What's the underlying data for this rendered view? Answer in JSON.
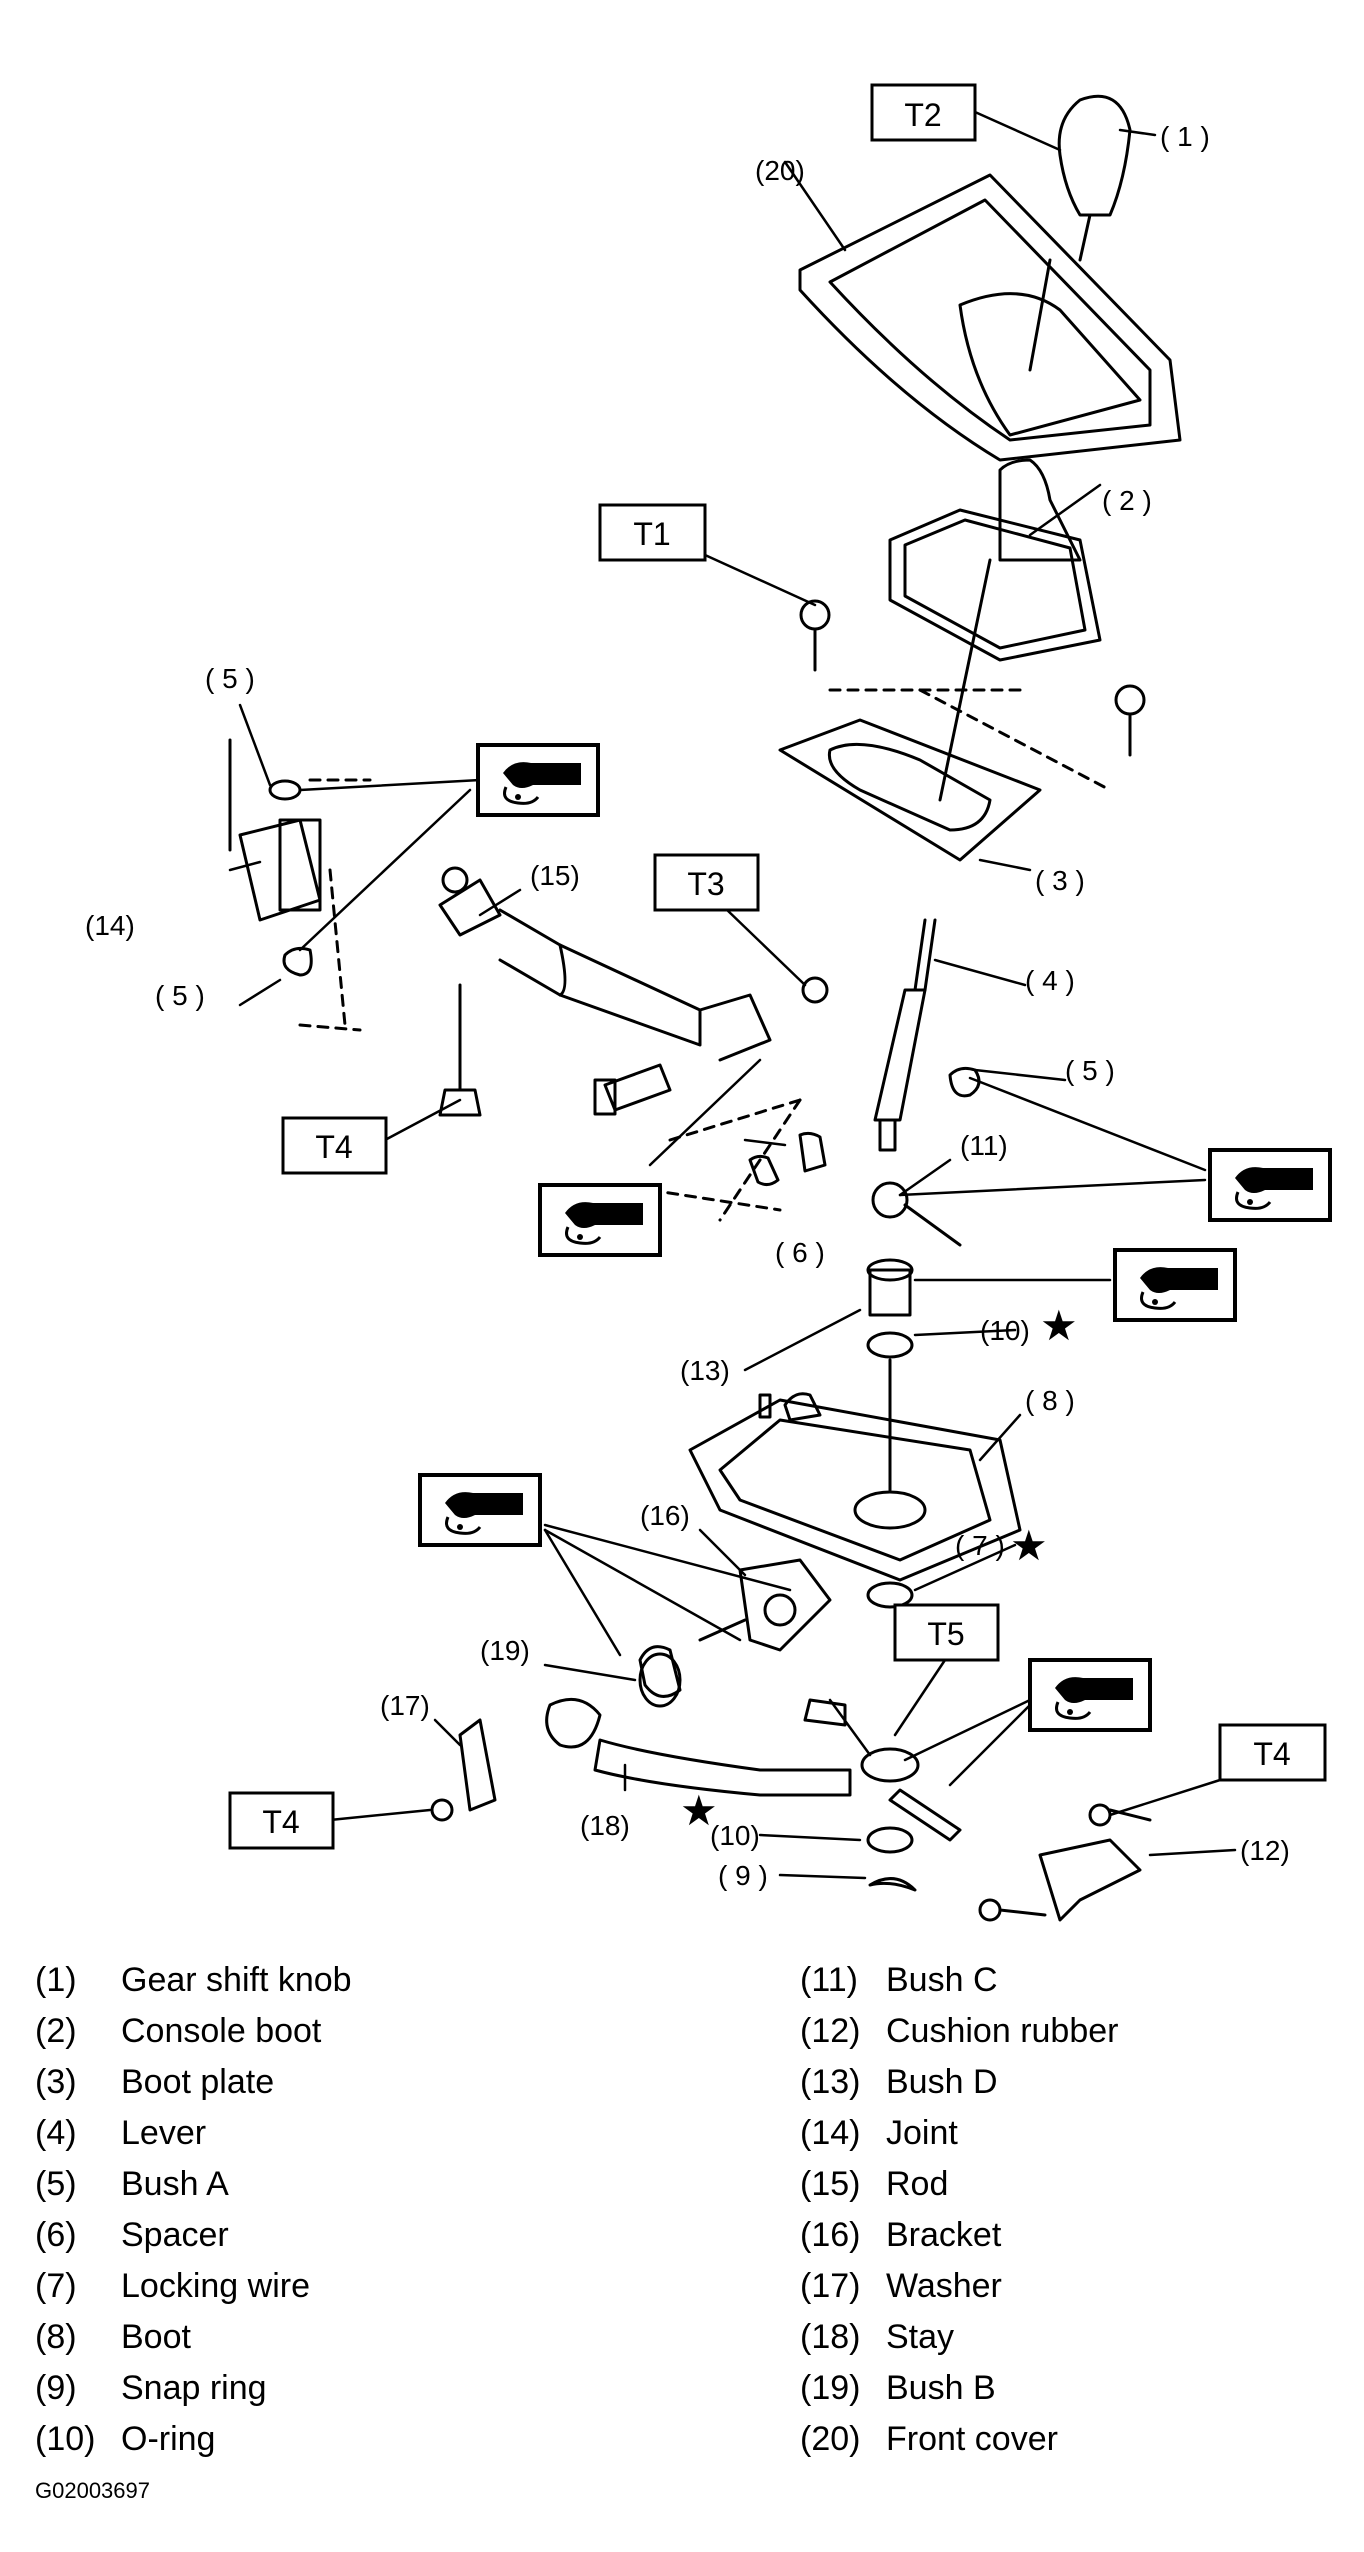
{
  "callouts": {
    "c1": "( 1 )",
    "c2": "( 2 )",
    "c3": "( 3 )",
    "c4": "( 4 )",
    "c5a": "( 5 )",
    "c5b": "( 5 )",
    "c5c": "( 5 )",
    "c6": "( 6 )",
    "c7": "( 7 )",
    "c8": "( 8 )",
    "c9": "( 9 )",
    "c10a": "(10)",
    "c10b": "(10)",
    "c11": "(11)",
    "c12": "(12)",
    "c13": "(13)",
    "c14": "(14)",
    "c15": "(15)",
    "c16": "(16)",
    "c17": "(17)",
    "c18": "(18)",
    "c19": "(19)",
    "c20": "(20)"
  },
  "torque_tags": {
    "t1": "T1",
    "t2": "T2",
    "t3": "T3",
    "t4a": "T4",
    "t4b": "T4",
    "t4c": "T4",
    "t5": "T5"
  },
  "star_symbol": "★",
  "icons": [
    "grease-icon",
    "star-icon"
  ],
  "legend_left": [
    {
      "num": "(1)",
      "name": "Gear shift knob"
    },
    {
      "num": "(2)",
      "name": "Console boot"
    },
    {
      "num": "(3)",
      "name": "Boot plate"
    },
    {
      "num": "(4)",
      "name": "Lever"
    },
    {
      "num": "(5)",
      "name": "Bush A"
    },
    {
      "num": "(6)",
      "name": "Spacer"
    },
    {
      "num": "(7)",
      "name": "Locking wire"
    },
    {
      "num": "(8)",
      "name": "Boot"
    },
    {
      "num": "(9)",
      "name": "Snap ring"
    },
    {
      "num": "(10)",
      "name": "O-ring"
    }
  ],
  "legend_right": [
    {
      "num": "(11)",
      "name": "Bush C"
    },
    {
      "num": "(12)",
      "name": "Cushion rubber"
    },
    {
      "num": "(13)",
      "name": "Bush D"
    },
    {
      "num": "(14)",
      "name": "Joint"
    },
    {
      "num": "(15)",
      "name": "Rod"
    },
    {
      "num": "(16)",
      "name": "Bracket"
    },
    {
      "num": "(17)",
      "name": "Washer"
    },
    {
      "num": "(18)",
      "name": "Stay"
    },
    {
      "num": "(19)",
      "name": "Bush B"
    },
    {
      "num": "(20)",
      "name": "Front cover"
    }
  ],
  "figure_id": "G02003697"
}
